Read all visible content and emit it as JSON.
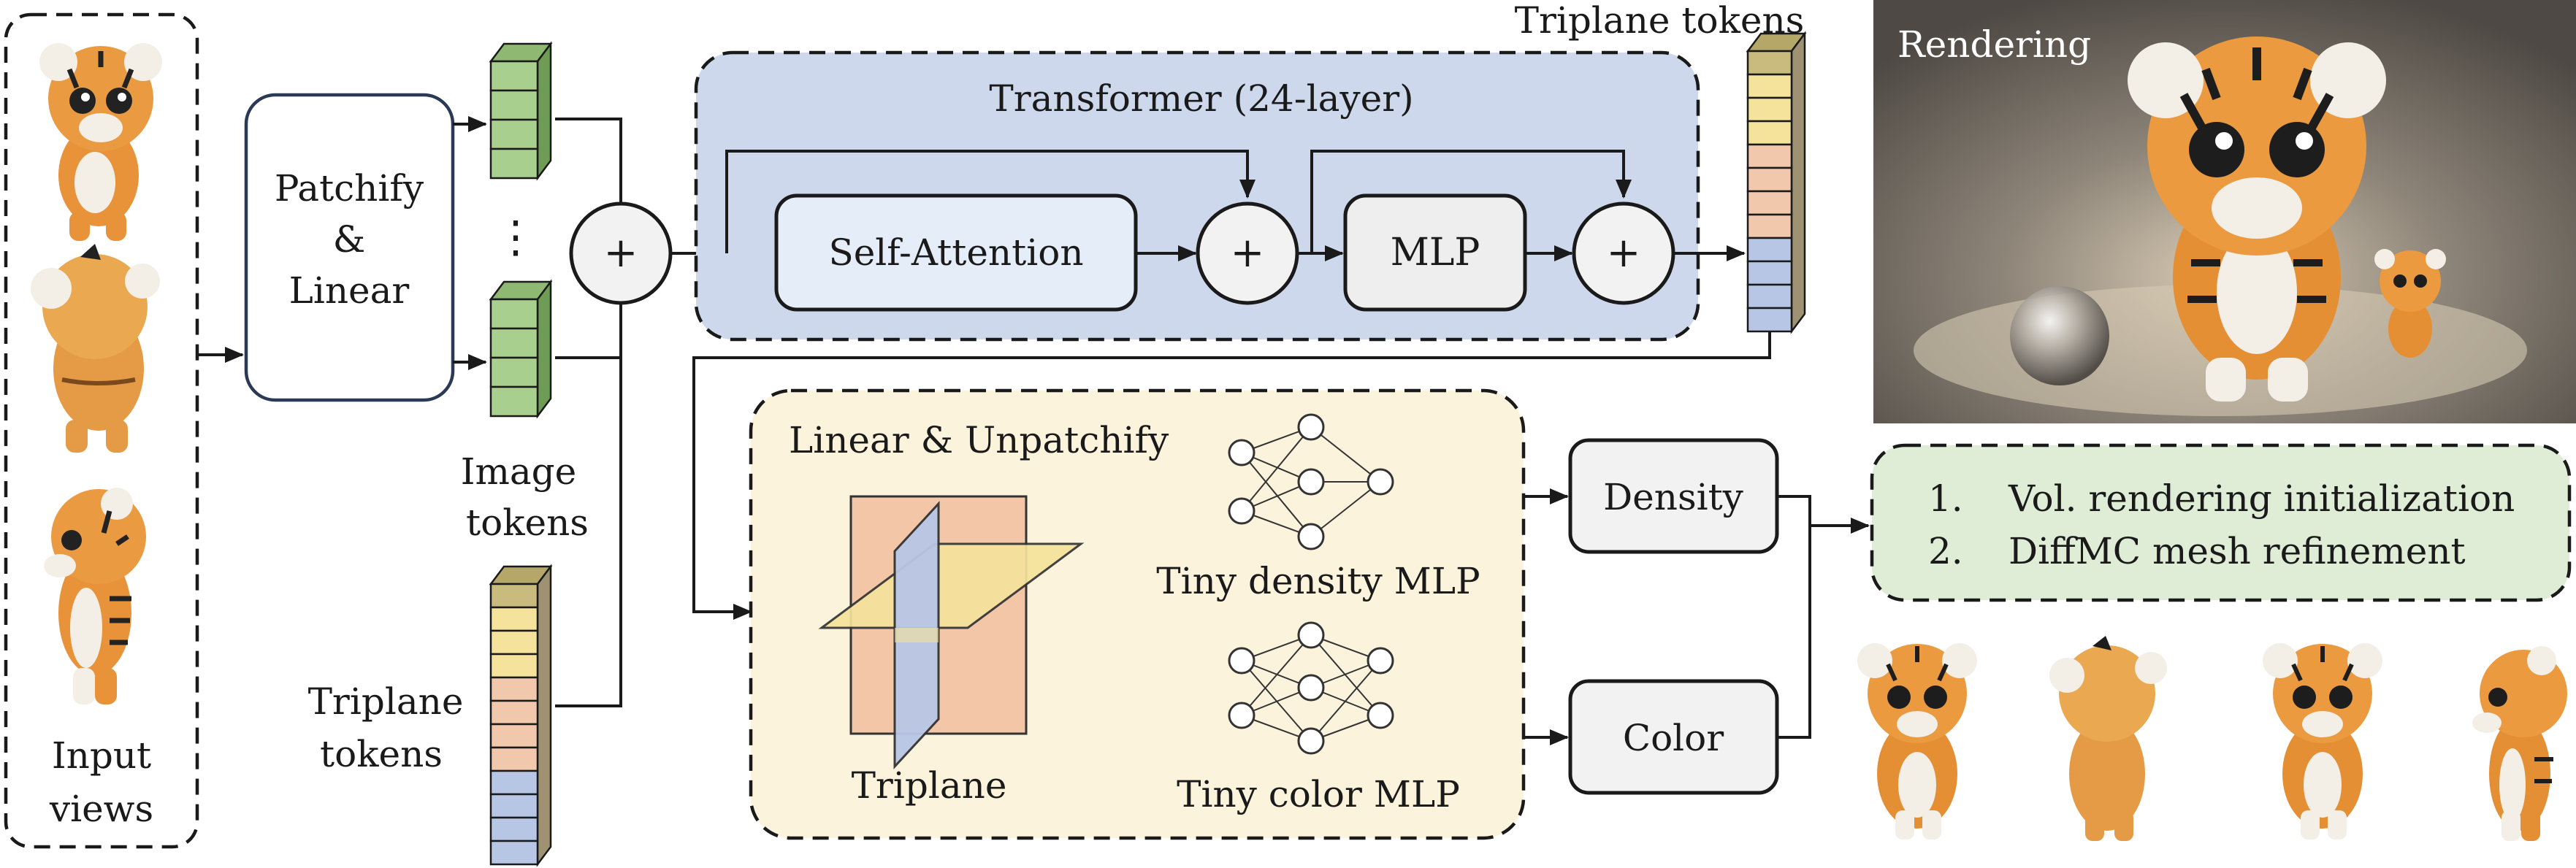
{
  "inputs": {
    "label_line1": "Input",
    "label_line2": "views"
  },
  "patchify": {
    "line1": "Patchify",
    "line2": "&",
    "line3": "Linear"
  },
  "image_tokens": {
    "line1": "Image",
    "line2": "tokens",
    "ellipsis": "⋮"
  },
  "triplane_tokens_left": {
    "line1": "Triplane",
    "line2": "tokens"
  },
  "plus_symbol": "+",
  "transformer": {
    "title": "Transformer (24-layer)",
    "attention": "Self-Attention",
    "mlp": "MLP"
  },
  "triplane_tokens_out": {
    "label": "Triplane tokens"
  },
  "decoder": {
    "title": "Linear & Unpatchify",
    "triplane_label": "Triplane",
    "density_mlp": "Tiny density MLP",
    "color_mlp": "Tiny color MLP"
  },
  "outputs": {
    "density": "Density",
    "color": "Color"
  },
  "steps": [
    {
      "num": "1.",
      "text": "Vol. rendering initialization"
    },
    {
      "num": "2.",
      "text": "DiffMC mesh refinement"
    }
  ],
  "rendering": {
    "label": "Rendering"
  },
  "colors": {
    "transformer_bg": "#cdd8ec",
    "decoder_bg": "#fbf3dc",
    "steps_bg": "#dfedd6",
    "inner_box": "#e5edf8",
    "node_fill": "#f2f2f2",
    "green_token": "#a9cf8e",
    "yellow_token": "#f5e39b",
    "peach_token": "#f2c8ad",
    "blue_token": "#b8c6e6",
    "olive_token": "#c9ba7e"
  }
}
